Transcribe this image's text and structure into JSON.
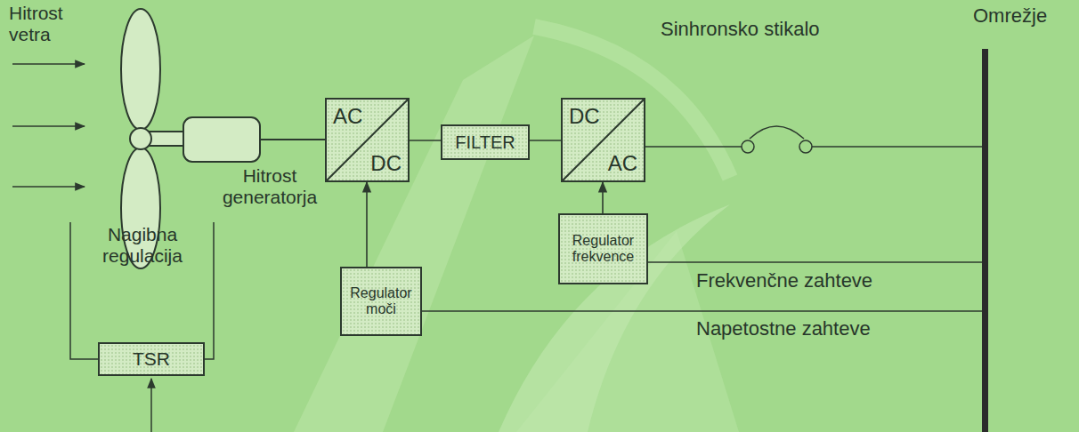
{
  "diagram": {
    "nodes": [
      {
        "text": [
          "AC",
          "DC"
        ]
      },
      {
        "text": [
          "FILTER"
        ]
      },
      {
        "text": [
          "DC",
          "AC"
        ]
      },
      {
        "text": [
          "Omrežje"
        ]
      },
      {
        "text": [
          "Regulator frekvence"
        ]
      },
      {
        "text": [
          "Regulator moči"
        ]
      },
      {
        "text": [
          "TSR"
        ]
      }
    ],
    "edges": [
      {
        "from": 0,
        "to": 1,
        "arrow": "none"
      },
      {
        "from": 1,
        "to": 2,
        "arrow": "none"
      },
      {
        "from": 2,
        "to": 3,
        "arrow": "none",
        "label": "Sinhronsko stikalo"
      },
      {
        "from": 4,
        "to": 2,
        "arrow": "to"
      },
      {
        "from": 3,
        "to": 4,
        "arrow": "none",
        "label": "Frekvenčne zahteve"
      },
      {
        "from": 3,
        "to": 5,
        "arrow": "none",
        "label": "Napetostne zahteve"
      },
      {
        "from": 5,
        "to": 0,
        "arrow": "to"
      }
    ],
    "labels": [
      "Hitrost vetra",
      "Hitrost generatorja",
      "Nagibna regulacija"
    ]
  }
}
